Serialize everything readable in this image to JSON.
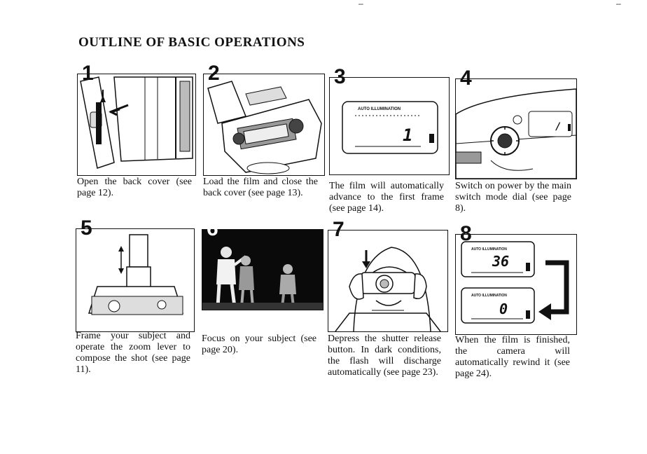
{
  "title": "OUTLINE OF BASIC OPERATIONS",
  "lcd_label": "AUTO ILLUMINATION",
  "lcd_values": {
    "step3": "1",
    "step8_top": "36",
    "step8_bottom": "0"
  },
  "steps": [
    {
      "number": "1",
      "caption": "Open the back cover (see page 12)."
    },
    {
      "number": "2",
      "caption": "Load the film and close the back cover (see page 13)."
    },
    {
      "number": "3",
      "caption": "The film will automatically advance to the first frame (see page 14)."
    },
    {
      "number": "4",
      "caption": "Switch on power by the main switch mode dial (see page 8)."
    },
    {
      "number": "5",
      "caption": "Frame your subject and operate the zoom lever to compose the shot (see page 11)."
    },
    {
      "number": "6",
      "caption": "Focus on your subject (see page 20)."
    },
    {
      "number": "7",
      "caption": "Depress the shutter release button. In dark conditions, the flash will discharge automatically (see page 23)."
    },
    {
      "number": "8",
      "caption": "When the film is finished, the camera will automatically rewind it (see page 24)."
    }
  ]
}
